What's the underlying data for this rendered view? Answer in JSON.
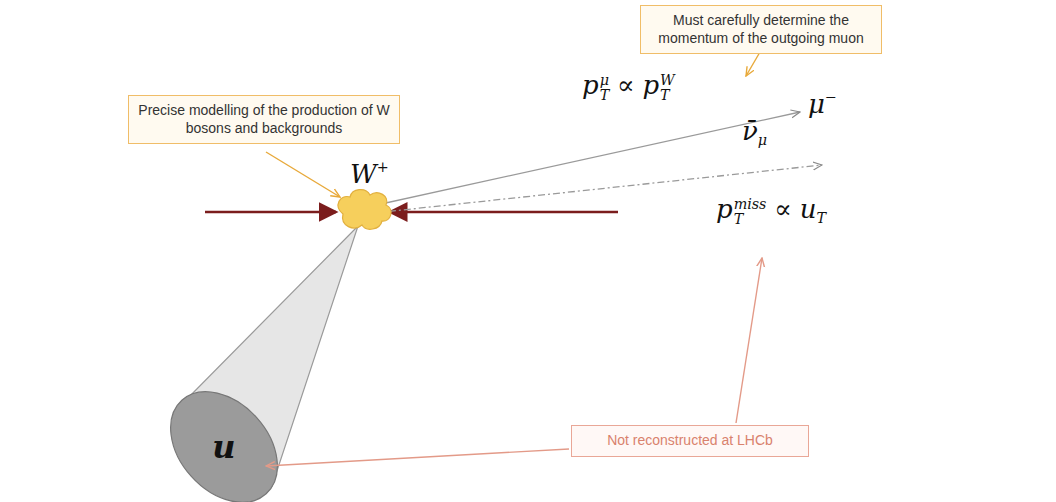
{
  "diagram": {
    "nodes": [
      {
        "text": [
          "Must carefully determine the momentum of the outgoing muon"
        ]
      },
      {
        "text": [
          "Precise modelling of the production of W bosons and backgrounds"
        ]
      },
      {
        "text": [
          "Not reconstructed at LHCb"
        ]
      }
    ],
    "labels": [
      "p",
      "μ",
      "T",
      "∝",
      "p",
      "W",
      "T",
      "μ",
      "−",
      "W",
      "+",
      "ν̄",
      "μ",
      "p",
      "miss",
      "T",
      "∝",
      "u",
      "T",
      "u"
    ]
  }
}
